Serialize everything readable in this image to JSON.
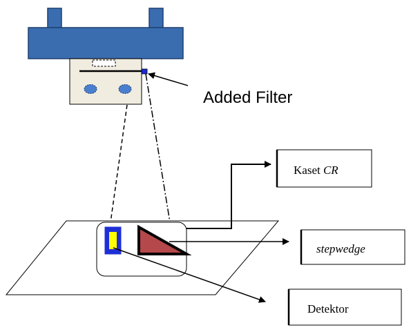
{
  "labels": {
    "added_filter": "Added Filter",
    "kaset_prefix": "Kaset ",
    "kaset_suffix": "CR",
    "stepwedge": "stepwedge",
    "detektor": "Detektor"
  },
  "colors": {
    "tube_blue": "#3a6db0",
    "tube_outline": "#1f3f6e",
    "collimator_fill": "#f0ece0",
    "filter_blue": "#1a2bd4",
    "detector_blue": "#1f2fd6",
    "detector_yellow": "#ffff00",
    "wedge_fill": "#b5484a",
    "ink": "#000000"
  },
  "icons": {
    "tube": "xray-tube-icon",
    "collimator": "collimator-icon",
    "detector": "detector-icon",
    "stepwedge": "stepwedge-triangle-icon"
  }
}
